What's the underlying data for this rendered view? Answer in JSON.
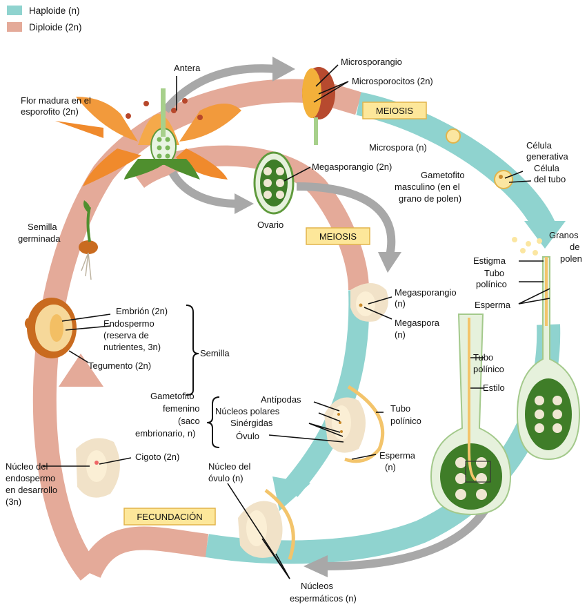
{
  "legend": {
    "haploid": {
      "label": "Haploide (n)",
      "color": "#8fd3cf"
    },
    "diploid": {
      "label": "Diploide (2n)",
      "color": "#e4aa99"
    }
  },
  "stages": {
    "meiosis_top": "MEIOSIS",
    "meiosis_mid": "MEIOSIS",
    "fertilization": "FECUNDACIÓN"
  },
  "labels": {
    "antera": "Antera",
    "flor_1": "Flor madura en el",
    "flor_2": "esporofito (2n)",
    "microsporangio": "Microsporangio",
    "microsporocitos": "Microsporocitos (2n)",
    "microspora": "Microspora (n)",
    "celula_gen_1": "Célula",
    "celula_gen_2": "generativa",
    "celula_tubo_1": "Célula",
    "celula_tubo_2": "del tubo",
    "megasporangio_2n": "Megasporangio (2n)",
    "gametofito_m_1": "Gametofito",
    "gametofito_m_2": "masculino (en el",
    "gametofito_m_3": "grano de polen)",
    "ovario": "Ovario",
    "granos_1": "Granos",
    "granos_2": "de",
    "granos_3": "polen",
    "estigma": "Estigma",
    "tubo_pol_a_1": "Tubo",
    "tubo_pol_a_2": "polínico",
    "esperma_right": "Esperma",
    "semilla_germ_1": "Semilla",
    "semilla_germ_2": "germinada",
    "megasporangio_n_1": "Megasporangio",
    "megasporangio_n_2": "(n)",
    "megaspora_1": "Megaspora",
    "megaspora_2": "(n)",
    "embrion": "Embrión (2n)",
    "endospermo_1": "Endospermo",
    "endospermo_2": "(reserva de",
    "endospermo_3": "nutrientes, 3n)",
    "semilla": "Semilla",
    "tegumento": "Tegumento (2n)",
    "tubo_pol_b_1": "Tubo",
    "tubo_pol_b_2": "polínico",
    "estilo": "Estilo",
    "gametofito_f_1": "Gametofito",
    "gametofito_f_2": "femenino",
    "gametofito_f_3": "(saco",
    "gametofito_f_4": "embrionario, n)",
    "antipodas": "Antípodas",
    "nucleos_polares": "Núcleos polares",
    "sinergidas": "Sinérgidas",
    "ovulo": "Óvulo",
    "tubo_pol_c_1": "Tubo",
    "tubo_pol_c_2": "polínico",
    "esperma_mid_1": "Esperma",
    "esperma_mid_2": "(n)",
    "cigoto": "Cigoto (2n)",
    "nucleo_endo_1": "Núcleo del",
    "nucleo_endo_2": "endospermo",
    "nucleo_endo_3": "en desarrollo",
    "nucleo_endo_4": "(3n)",
    "nucleo_ovulo_1": "Núcleo del",
    "nucleo_ovulo_2": "óvulo (n)",
    "nucleos_esp_1": "Núcleos",
    "nucleos_esp_2": "espermáticos (n)"
  }
}
